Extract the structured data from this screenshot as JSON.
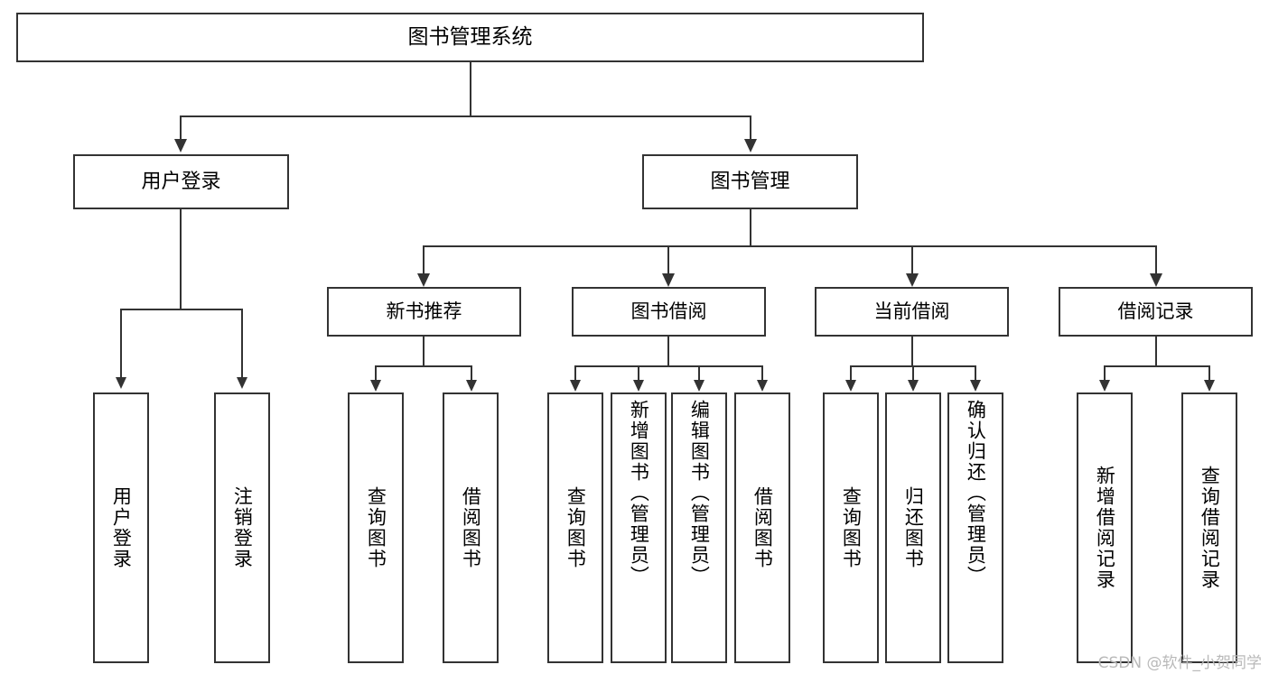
{
  "diagram": {
    "title": "图书管理系统",
    "type": "tree-hierarchy-chart",
    "accent_color": "#333333",
    "background_color": "#ffffff"
  },
  "root": {
    "label": "图书管理系统"
  },
  "level2": [
    {
      "label": "用户登录"
    },
    {
      "label": "图书管理"
    }
  ],
  "level3": [
    {
      "label": "新书推荐"
    },
    {
      "label": "图书借阅"
    },
    {
      "label": "当前借阅"
    },
    {
      "label": "借阅记录"
    }
  ],
  "leaves": {
    "user_login": [
      {
        "label": "用户登录"
      },
      {
        "label": "注销登录"
      }
    ],
    "new_book": [
      {
        "label": "查询图书"
      },
      {
        "label": "借阅图书"
      }
    ],
    "book_borrow": [
      {
        "label": "查询图书"
      },
      {
        "label": "新增图书（管理员）"
      },
      {
        "label": "编辑图书（管理员）"
      },
      {
        "label": "借阅图书"
      }
    ],
    "current_borrow": [
      {
        "label": "查询图书"
      },
      {
        "label": "归还图书"
      },
      {
        "label": "确认归还（管理员）"
      }
    ],
    "borrow_record": [
      {
        "label": "新增借阅记录"
      },
      {
        "label": "查询借阅记录"
      }
    ]
  },
  "watermark": {
    "text": "CSDN @软件_小贺同学"
  }
}
